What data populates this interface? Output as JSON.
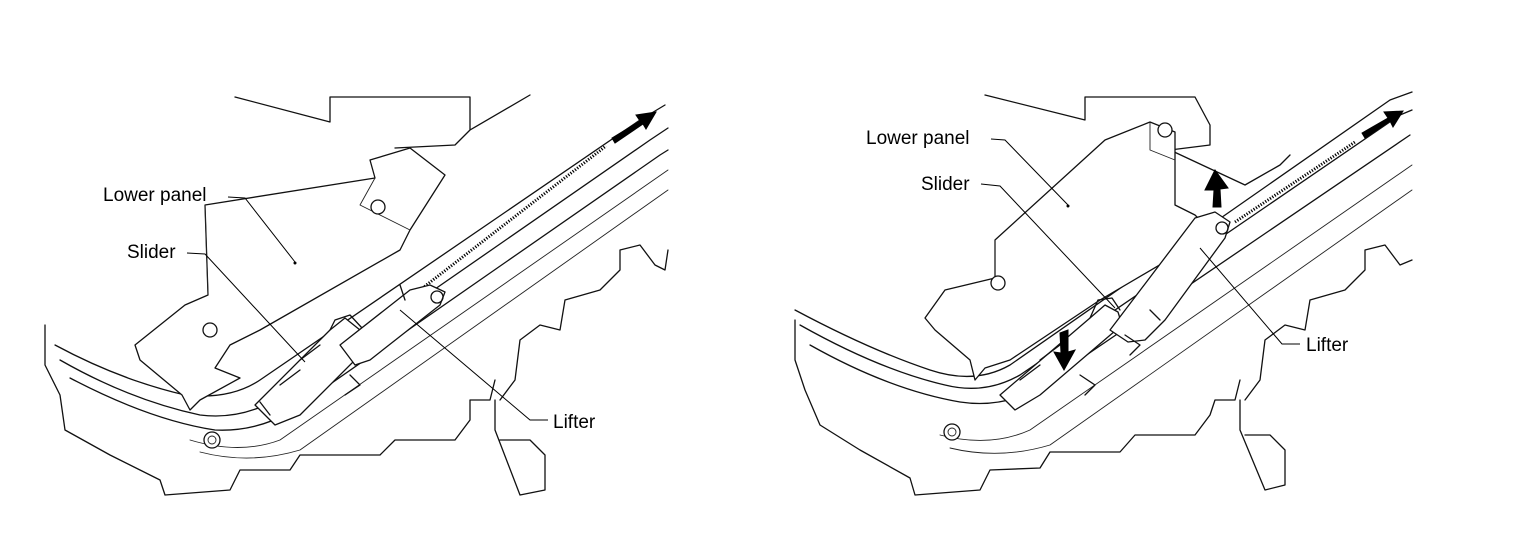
{
  "figures": [
    {
      "id": "left",
      "labels": {
        "lower_panel": "Lower panel",
        "slider": "Slider",
        "lifter": "Lifter"
      },
      "arrows": [
        "slide-direction-arrow"
      ]
    },
    {
      "id": "right",
      "labels": {
        "lower_panel": "Lower panel",
        "slider": "Slider",
        "lifter": "Lifter"
      },
      "arrows": [
        "slide-direction-arrow",
        "lift-up-arrow",
        "press-down-arrow"
      ]
    }
  ]
}
